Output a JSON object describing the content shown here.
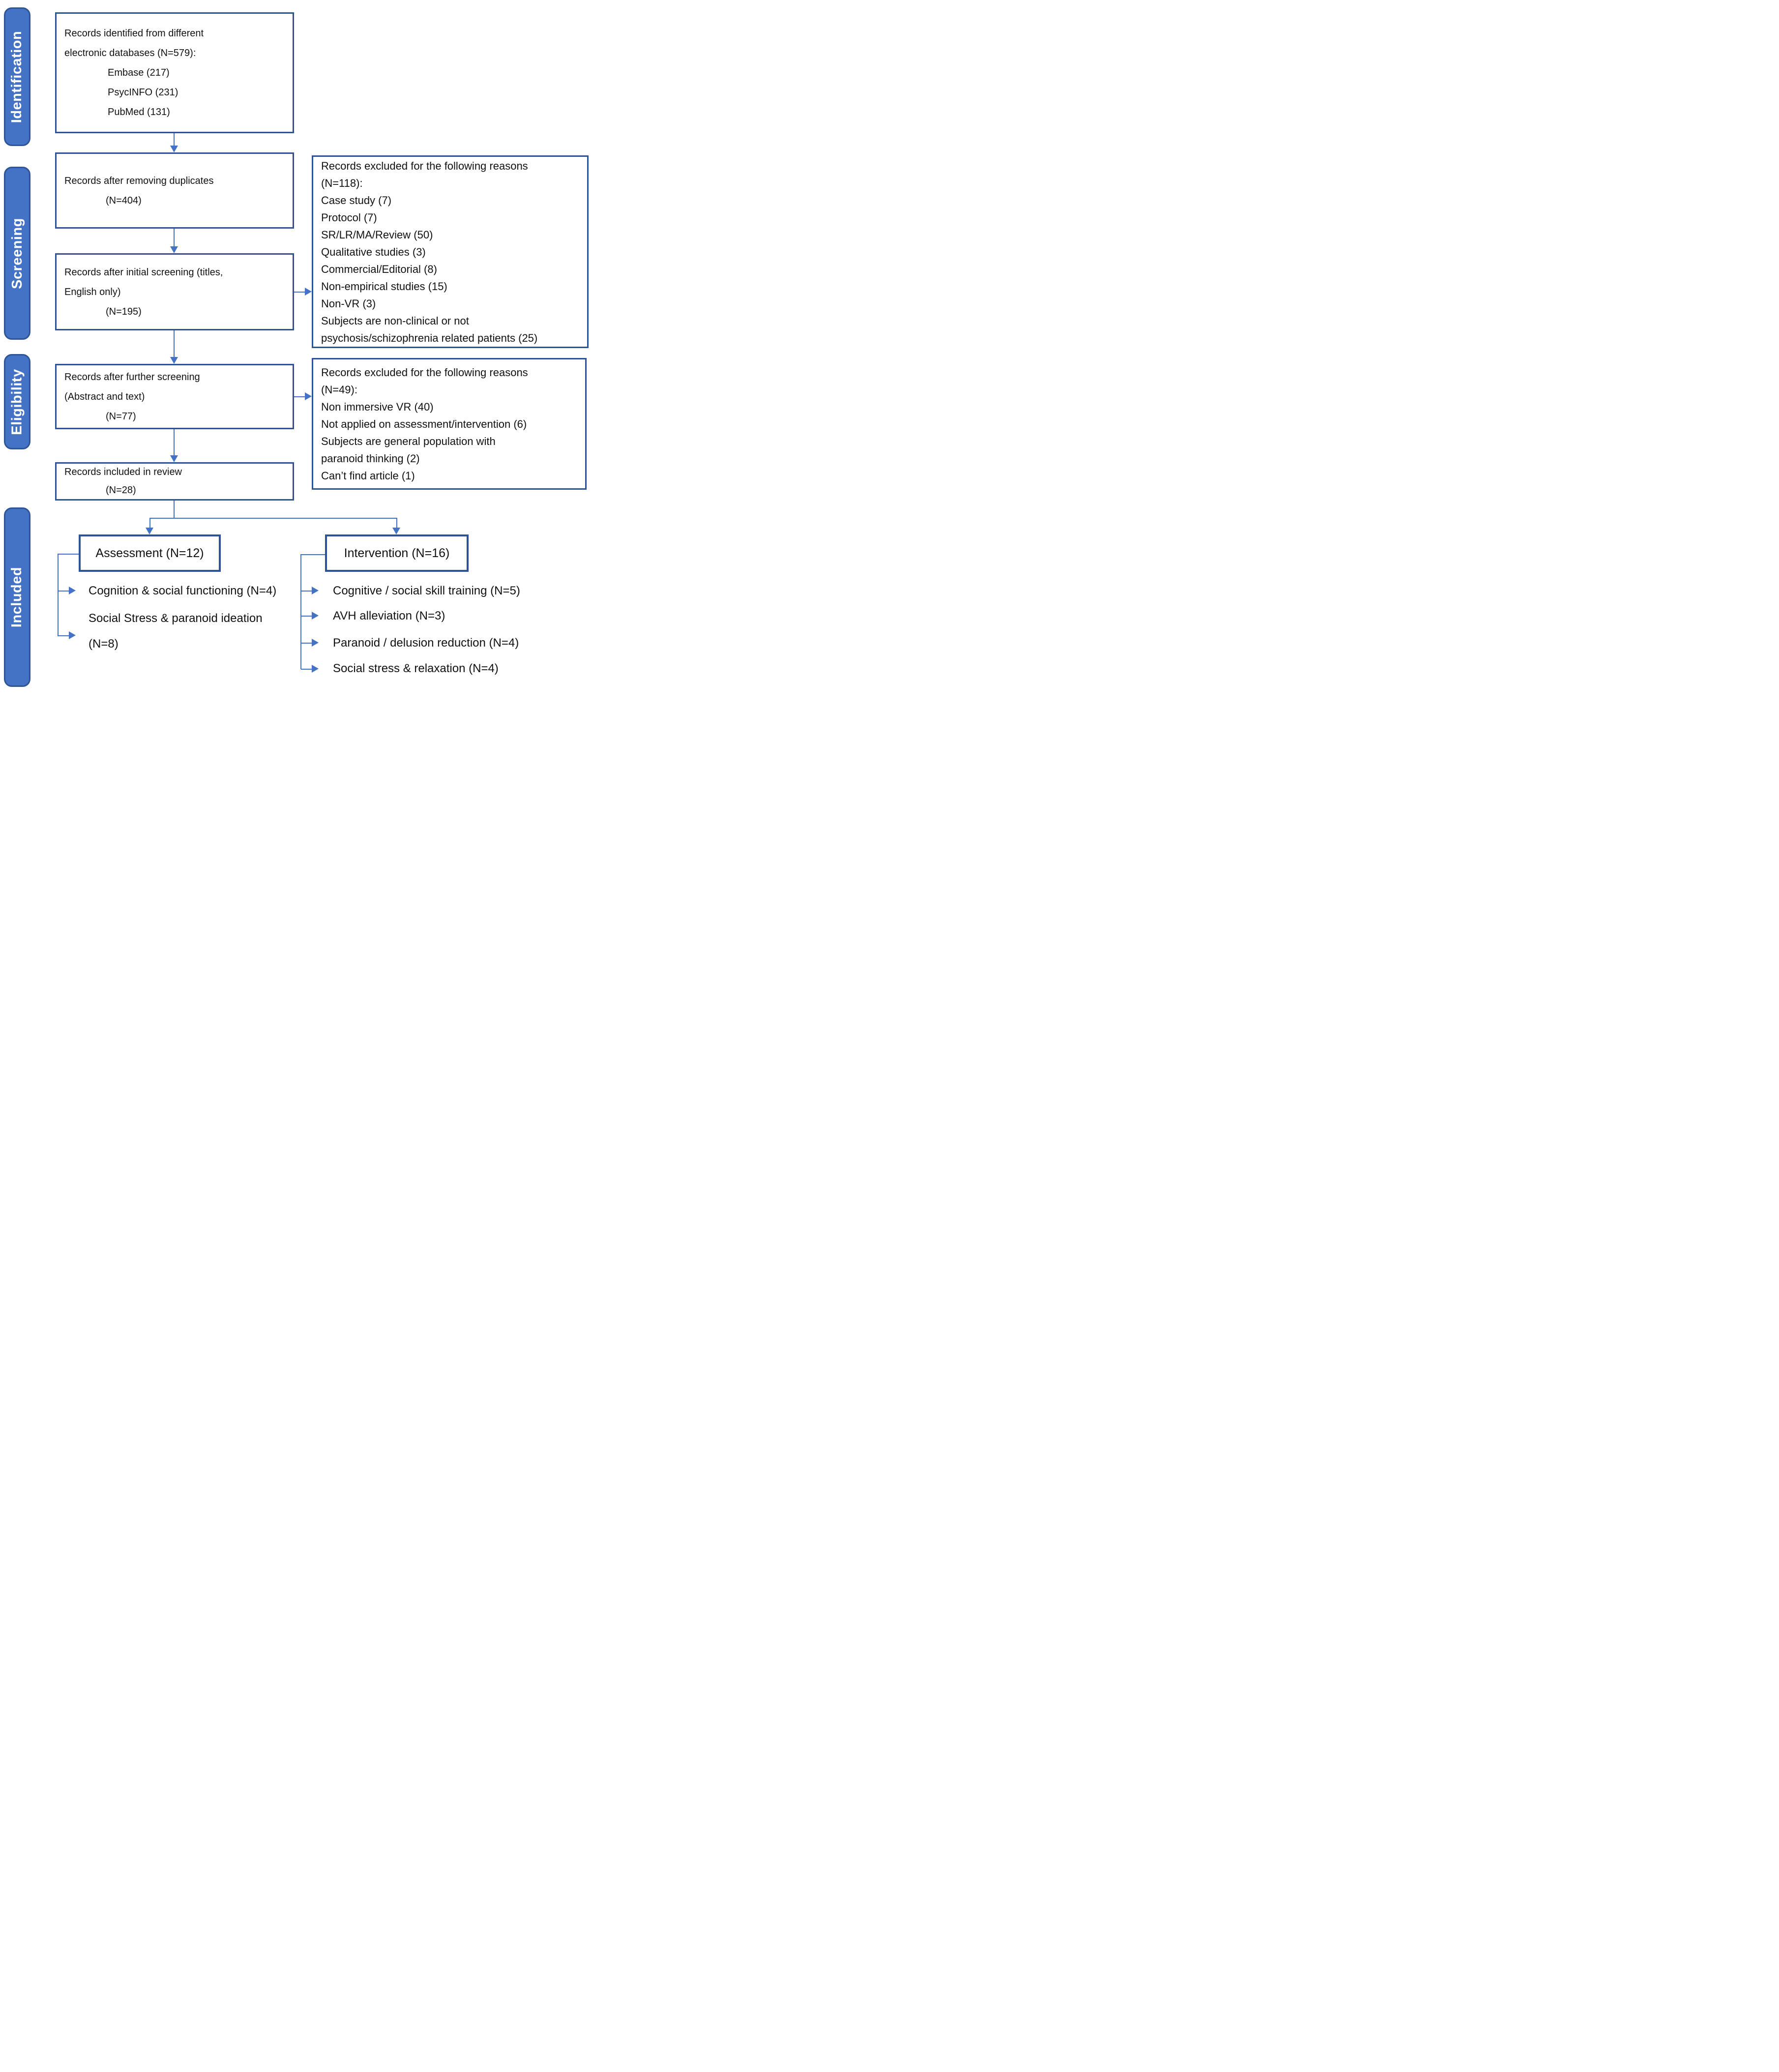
{
  "colors": {
    "tab_fill": "#4472C4",
    "tab_border": "#2F5597",
    "box_border": "#2F5496",
    "arrow": "#4472C4",
    "text": "#111111",
    "tab_text": "#FFFFFF",
    "bg": "#FFFFFF"
  },
  "sidebar": {
    "stages": [
      "Identification",
      "Screening",
      "Eligibility",
      "Included"
    ]
  },
  "flow": {
    "identified": {
      "lines": [
        "Records identified from different",
        "electronic databases (N=579):",
        "Embase (217)",
        "PsycINFO (231)",
        "PubMed (131)"
      ]
    },
    "deduplicated": {
      "lines": [
        "Records after removing duplicates",
        "(N=404)"
      ]
    },
    "initial_screening": {
      "lines": [
        "Records after initial screening (titles,",
        "English only)",
        "(N=195)"
      ]
    },
    "further_screening": {
      "lines": [
        "Records after further screening",
        "(Abstract and text)",
        "(N=77)"
      ]
    },
    "included_review": {
      "lines": [
        "Records included in review",
        "(N=28)"
      ]
    }
  },
  "exclusions": {
    "screening": {
      "lines": [
        "Records excluded for the following reasons",
        "(N=118):",
        "Case study (7)",
        "Protocol (7)",
        "SR/LR/MA/Review (50)",
        "Qualitative studies (3)",
        "Commercial/Editorial (8)",
        "Non-empirical studies (15)",
        "Non-VR (3)",
        "Subjects are non-clinical or not",
        "psychosis/schizophrenia related patients (25)"
      ]
    },
    "eligibility": {
      "lines": [
        "Records excluded for the following reasons",
        "(N=49):",
        "Non immersive VR (40)",
        "Not applied on assessment/intervention (6)",
        "Subjects are general population with",
        "paranoid thinking (2)",
        "Can’t find article (1)"
      ]
    }
  },
  "included_breakdown": {
    "assessment": {
      "title": "Assessment (N=12)",
      "item1": "Cognition & social functioning (N=4)",
      "item2_line1": "Social Stress & paranoid ideation",
      "item2_line2": "(N=8)"
    },
    "intervention": {
      "title": "Intervention (N=16)",
      "items": [
        "Cognitive / social skill training (N=5)",
        "AVH alleviation (N=3)",
        "Paranoid / delusion reduction (N=4)",
        "Social stress & relaxation (N=4)"
      ]
    }
  }
}
